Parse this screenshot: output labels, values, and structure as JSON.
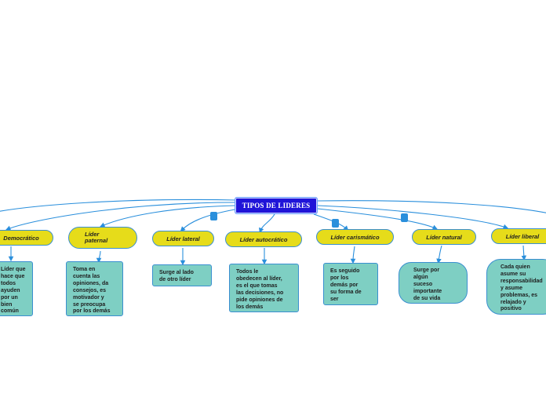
{
  "root": {
    "label": "TIPOS DE LIDERES"
  },
  "leaders": [
    {
      "id": "democratico",
      "label": "Democrático",
      "description": "Líder que\nhace que\ntodos\nayuden\npor un\nbien\ncomún"
    },
    {
      "id": "paternal",
      "label": "Líder\npaternal",
      "description": "Toma en\ncuenta las\nopiniones, da\nconsejos, es\nmotivador y\nse preocupa\npor los demás"
    },
    {
      "id": "lateral",
      "label": "Líder lateral",
      "description": "Surge al lado\nde otro líder"
    },
    {
      "id": "autocratico",
      "label": "Líder autocrático",
      "description": "Todos le\nobedecen al líder,\nes el que tomas\nlas decisiones, no\npide opiniones de\nlos demás"
    },
    {
      "id": "carismatico",
      "label": "Líder carismático",
      "description": "Es seguido\npor los\ndemás por\nsu forma de\nser"
    },
    {
      "id": "natural",
      "label": "Líder natural",
      "description": "Surge por\nalgún\nsuceso\nimportante\nde su vida"
    },
    {
      "id": "liberal",
      "label": "Líder liberal",
      "description": "Cada quien\nasume su\nresponsabilidad\ny asume\nproblemas, es\nrelajado y\npositivo"
    }
  ],
  "colors": {
    "root": "#1f14d8",
    "topic": "#e6dc1a",
    "detail": "#7ecfc3",
    "connector": "#2a8fdc"
  }
}
